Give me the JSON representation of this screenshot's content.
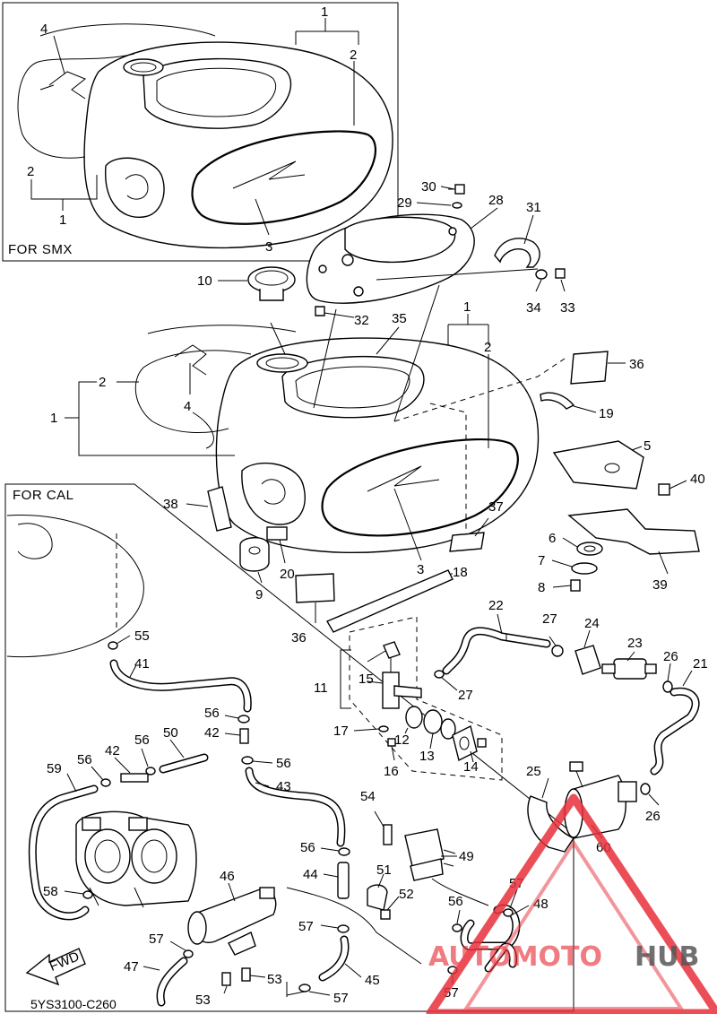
{
  "diagram": {
    "smx_box_label": "FOR SMX",
    "cal_box_label": "FOR CAL",
    "part_code": "5YS3100-C260",
    "fwd_label": "FWD",
    "watermark": {
      "prefix": "AUTOMOTO",
      "suffix": "HUB",
      "accent_color": "#e8303a",
      "dark_color": "#3a3a3a"
    },
    "callouts": {
      "s1a": "1",
      "s2a": "2",
      "s4a": "4",
      "s2b": "2",
      "s1b": "1",
      "s3a": "3",
      "c30": "30",
      "c29": "29",
      "c28": "28",
      "c31": "31",
      "c10": "10",
      "c32": "32",
      "c34": "34",
      "c33": "33",
      "c1a": "1",
      "c2a": "2",
      "c35": "35",
      "c36a": "36",
      "c19": "19",
      "c2b": "2",
      "c1b": "1",
      "c4": "4",
      "c5": "5",
      "c40": "40",
      "c38": "38",
      "c37": "37",
      "c6": "6",
      "c7": "7",
      "c8": "8",
      "c39": "39",
      "c20": "20",
      "c9": "9",
      "c3": "3",
      "c18": "18",
      "c36b": "36",
      "c22": "22",
      "c27a": "27",
      "c24": "24",
      "c23": "23",
      "c26a": "26",
      "c21": "21",
      "c55": "55",
      "c41": "41",
      "c15": "15",
      "c11": "11",
      "c27b": "27",
      "c56a": "56",
      "c42a": "42",
      "c17": "17",
      "c12": "12",
      "c13": "13",
      "c14": "14",
      "c16": "16",
      "c59": "59",
      "c56b": "56",
      "c42b": "42",
      "c56c": "56",
      "c50": "50",
      "c56d": "56",
      "c43": "43",
      "c25": "25",
      "c26b": "26",
      "c54": "54",
      "c60": "60",
      "c56e": "56",
      "c49": "49",
      "c46": "46",
      "c44": "44",
      "c51": "51",
      "c52": "52",
      "c58": "58",
      "c57a": "57",
      "c48": "48",
      "c56f": "56",
      "c57b": "57",
      "c57c": "57",
      "c47": "47",
      "c53a": "53",
      "c53b": "53",
      "c45": "45",
      "c57d": "57",
      "c57e": "57"
    }
  }
}
